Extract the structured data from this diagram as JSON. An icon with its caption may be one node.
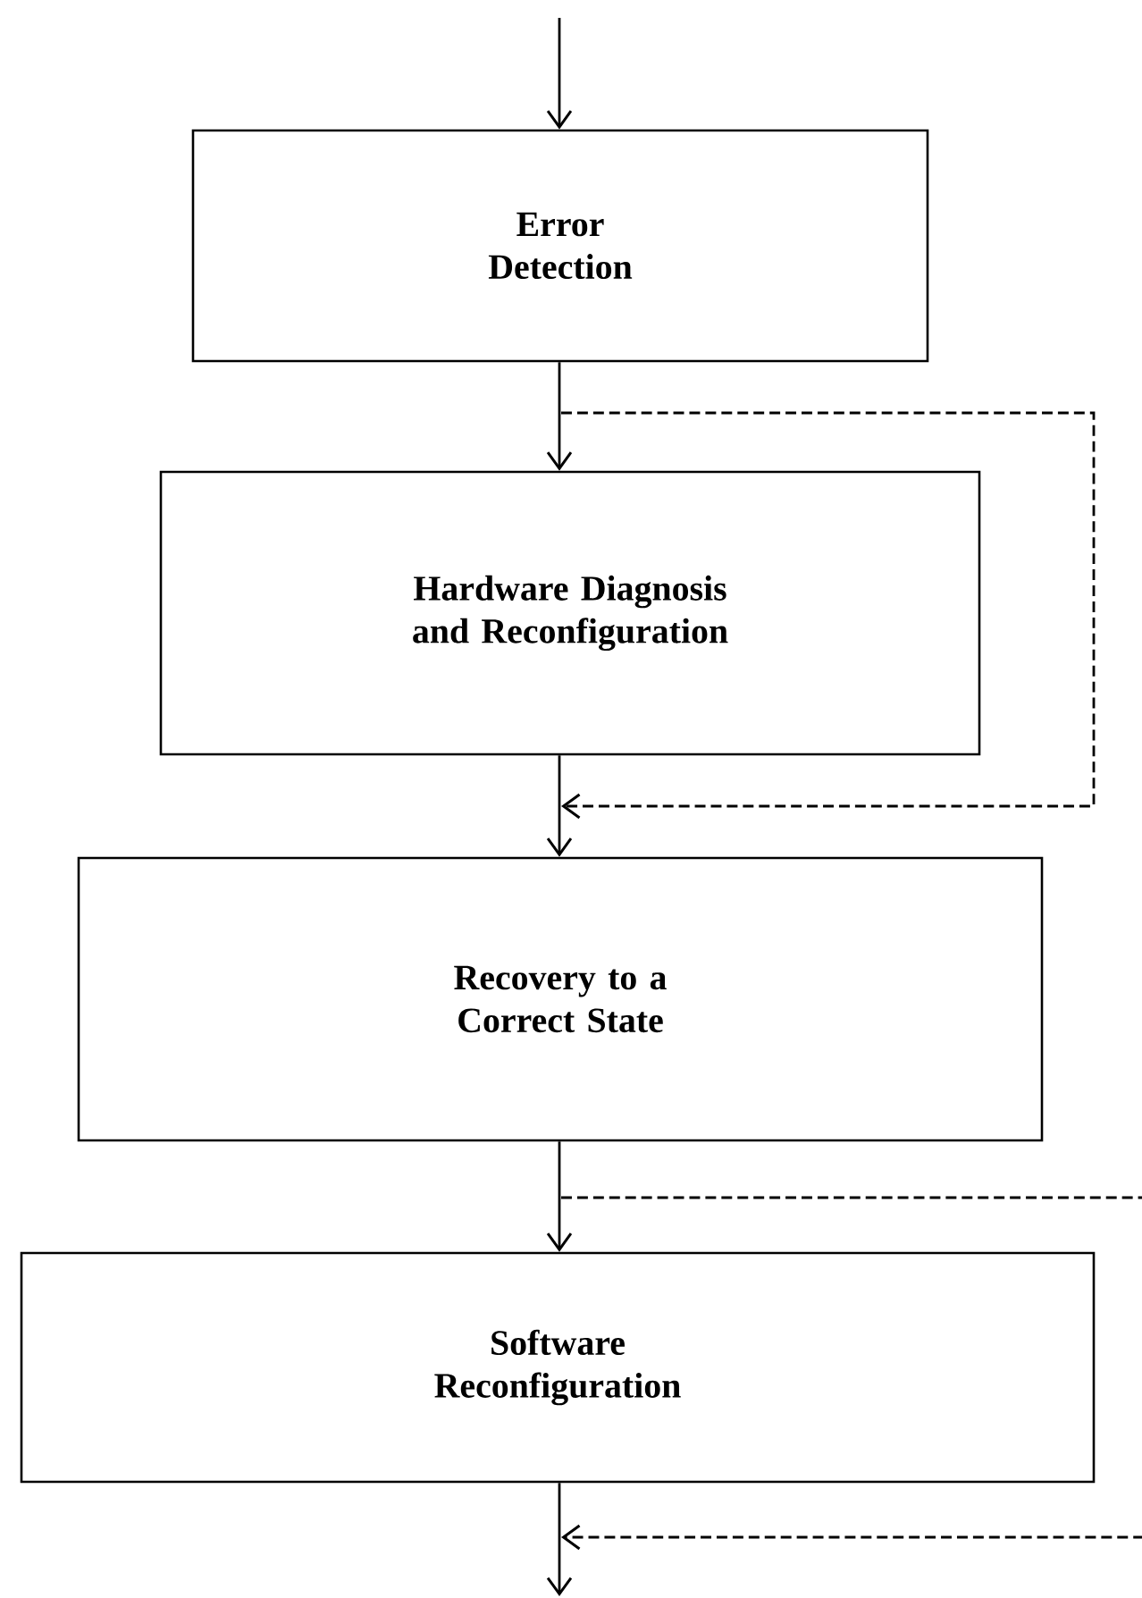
{
  "diagram": {
    "nodes": [
      {
        "text": [
          "Error Detection"
        ]
      },
      {
        "text": [
          "Hardware Diagnosis and Reconfiguration"
        ]
      },
      {
        "text": [
          "Recovery to a Correct State"
        ]
      },
      {
        "text": [
          "Software Reconfiguration"
        ]
      }
    ],
    "edges": [
      {
        "from": null,
        "to": 0,
        "arrow": "to"
      },
      {
        "from": 0,
        "to": 1,
        "arrow": "to"
      },
      {
        "from": 0,
        "to": 2,
        "arrow": "to",
        "style": "dashed"
      },
      {
        "from": 1,
        "to": 2,
        "arrow": "to"
      },
      {
        "from": 2,
        "to": 3,
        "arrow": "to"
      },
      {
        "from": 2,
        "to": null,
        "arrow": "to",
        "style": "dashed"
      },
      {
        "from": 3,
        "to": null,
        "arrow": "to"
      }
    ]
  }
}
